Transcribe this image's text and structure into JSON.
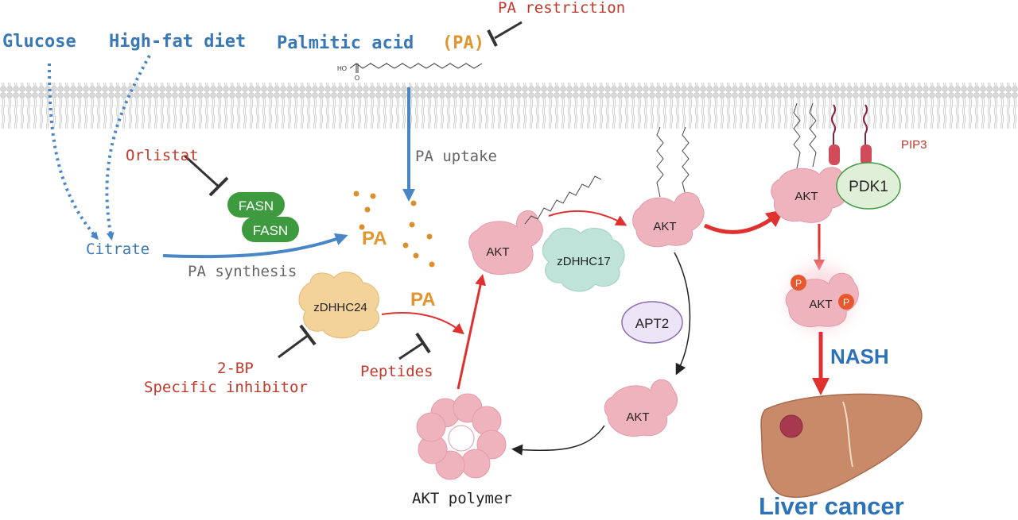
{
  "inputs": {
    "glucose": "Glucose",
    "high_fat_diet": "High-fat diet",
    "palmitic_acid": "Palmitic acid",
    "pa_abbrev": "(PA)",
    "pa_restriction": "PA restriction"
  },
  "molecule": {
    "oh_label": "HO",
    "o_label": "O"
  },
  "synthesis": {
    "citrate": "Citrate",
    "orlistat": "Orlistat",
    "fasn_1": "FASN",
    "fasn_2": "FASN",
    "pa_synthesis": "PA synthesis",
    "pa_uptake": "PA uptake",
    "pa_pool": "PA"
  },
  "palmitoylation": {
    "zdhhc24": "zDHHC24",
    "pa_label": "PA",
    "inhibitor_2bp": "2-BP",
    "specific_inhibitor": "Specific inhibitor",
    "peptides": "Peptides",
    "zdhhc17": "zDHHC17",
    "apt2": "APT2",
    "akt_polymer": "AKT polymer"
  },
  "akt": {
    "akt_1": "AKT",
    "akt_2": "AKT",
    "akt_3": "AKT",
    "akt_membrane": "AKT",
    "akt_active": "AKT",
    "phospho_1": "P",
    "phospho_2": "P"
  },
  "signaling": {
    "pdk1": "PDK1",
    "pip3": "PIP3",
    "nash": "NASH",
    "liver_cancer": "Liver cancer"
  },
  "colors": {
    "text_blue": "#3a78b5",
    "text_red": "#c0392b",
    "fasn_green": "#3e9a3e",
    "akt_pink": "#efb3be",
    "zdhhc_tan": "#f3d39a",
    "zdhhc17_teal": "#bfe3d9",
    "apt2_purple": "#ece4f7",
    "pdk1_green": "#e0f0d8",
    "liver_brown": "#c98a6a",
    "arrow_red": "#e03131",
    "arrow_blue": "#4a86c5"
  }
}
